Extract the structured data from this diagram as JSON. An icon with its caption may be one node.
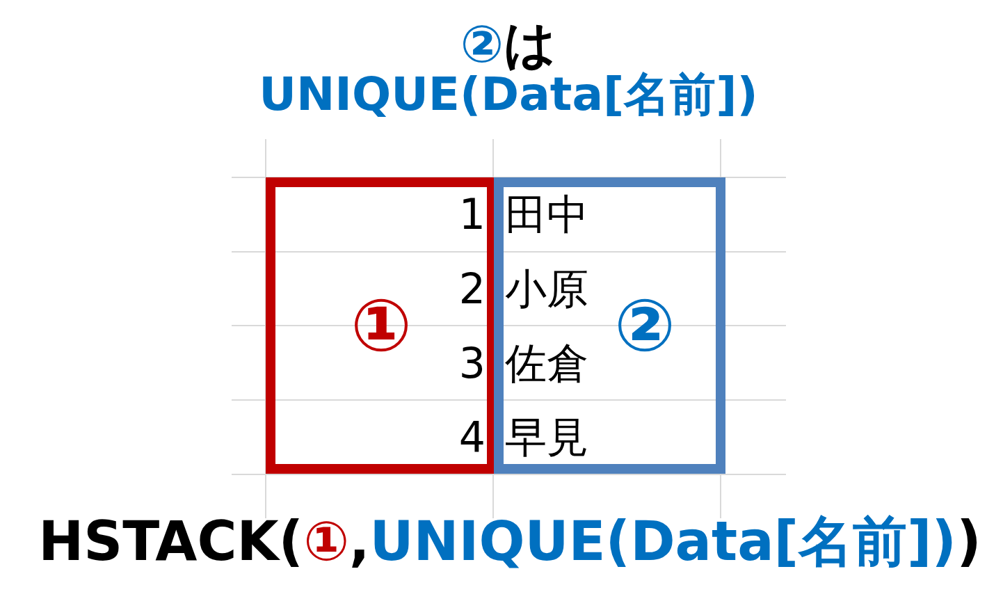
{
  "diagram": {
    "nodes": [
      {
        "text": [
          "①",
          "1",
          "2",
          "3",
          "4"
        ]
      },
      {
        "text": [
          "②",
          "田中",
          "小原",
          "佐倉",
          "早見"
        ]
      }
    ],
    "labels": [
      "②",
      "は",
      "UNIQUE(Data[名前])",
      "HSTACK(",
      "①",
      ",",
      "UNIQUE(Data[名前])",
      ")"
    ]
  }
}
